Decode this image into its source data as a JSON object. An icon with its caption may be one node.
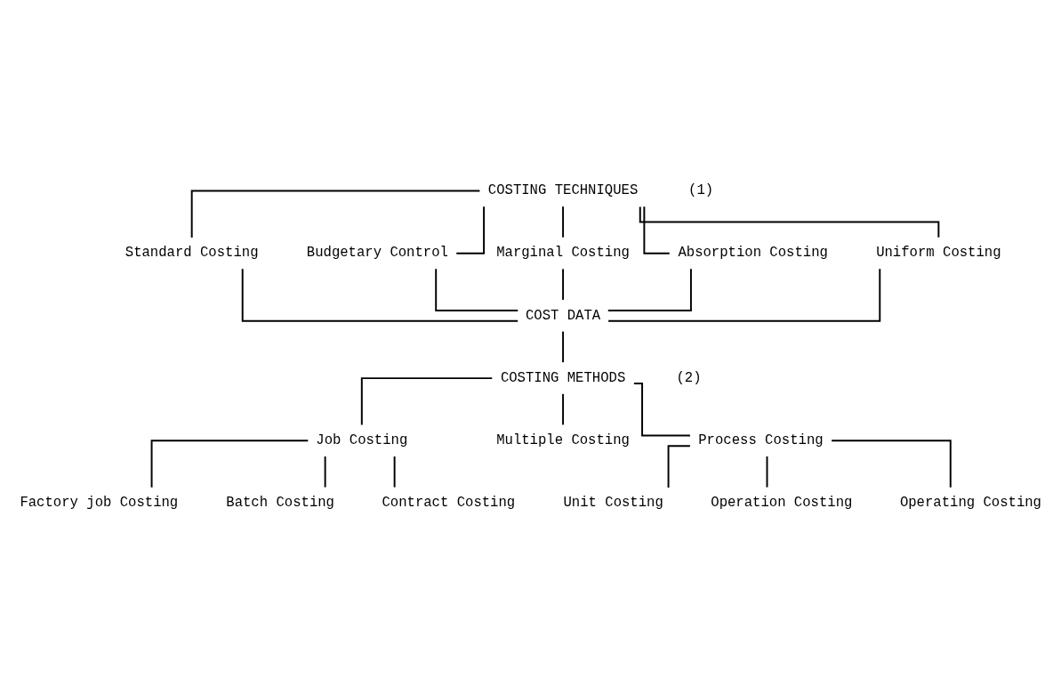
{
  "diagram": {
    "nodes": [
      {
        "text": [
          "COSTING TECHNIQUES"
        ]
      },
      {
        "text": [
          "Standard Costing"
        ]
      },
      {
        "text": [
          "Budgetary Control"
        ]
      },
      {
        "text": [
          "Marginal Costing"
        ]
      },
      {
        "text": [
          "Absorption Costing"
        ]
      },
      {
        "text": [
          "Uniform Costing"
        ]
      },
      {
        "text": [
          "COST DATA"
        ]
      },
      {
        "text": [
          "COSTING METHODS"
        ]
      },
      {
        "text": [
          "Job Costing"
        ]
      },
      {
        "text": [
          "Multiple Costing"
        ]
      },
      {
        "text": [
          "Process Costing"
        ]
      },
      {
        "text": [
          "Factory job Costing"
        ]
      },
      {
        "text": [
          "Batch Costing"
        ]
      },
      {
        "text": [
          "Contract Costing"
        ]
      },
      {
        "text": [
          "Unit Costing"
        ]
      },
      {
        "text": [
          "Operation Costing"
        ]
      },
      {
        "text": [
          "Operating Costing"
        ]
      }
    ],
    "edges": [
      {
        "from": 0,
        "to": 1,
        "arrow": "none"
      },
      {
        "from": 0,
        "to": 2,
        "arrow": "none"
      },
      {
        "from": 0,
        "to": 3,
        "arrow": "none"
      },
      {
        "from": 0,
        "to": 4,
        "arrow": "none"
      },
      {
        "from": 0,
        "to": 5,
        "arrow": "none"
      },
      {
        "from": 1,
        "to": 6,
        "arrow": "none"
      },
      {
        "from": 2,
        "to": 6,
        "arrow": "none"
      },
      {
        "from": 3,
        "to": 6,
        "arrow": "none"
      },
      {
        "from": 4,
        "to": 6,
        "arrow": "none"
      },
      {
        "from": 5,
        "to": 6,
        "arrow": "none"
      },
      {
        "from": 6,
        "to": 7,
        "arrow": "none"
      },
      {
        "from": 7,
        "to": 8,
        "arrow": "none"
      },
      {
        "from": 7,
        "to": 9,
        "arrow": "none"
      },
      {
        "from": 7,
        "to": 10,
        "arrow": "none"
      },
      {
        "from": 8,
        "to": 11,
        "arrow": "none"
      },
      {
        "from": 8,
        "to": 12,
        "arrow": "none"
      },
      {
        "from": 8,
        "to": 13,
        "arrow": "none"
      },
      {
        "from": 10,
        "to": 14,
        "arrow": "none"
      },
      {
        "from": 10,
        "to": 15,
        "arrow": "none"
      },
      {
        "from": 10,
        "to": 16,
        "arrow": "none"
      }
    ],
    "labels": [
      "(1)",
      "(2)"
    ]
  }
}
